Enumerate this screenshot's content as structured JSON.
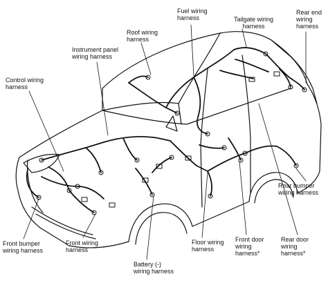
{
  "labels": {
    "fuel": [
      "Fuel wiring",
      "harness"
    ],
    "tailgate": [
      "Tailgate wiring",
      "harness"
    ],
    "rear_end": [
      "Rear end",
      "wiring",
      "harness"
    ],
    "roof": [
      "Roof wiring",
      "harness"
    ],
    "instrument_panel": [
      "Instrument panel",
      "wiring harness"
    ],
    "control": [
      "Control wiring",
      "harness"
    ],
    "rear_bumper": [
      "Rear bumper",
      "wiring harness"
    ],
    "front_bumper": [
      "Front bumper",
      "wiring harness"
    ],
    "front": [
      "Front wiring",
      "harness"
    ],
    "battery": [
      "Battery (-)",
      "wiring harness"
    ],
    "floor": [
      "Floor wiring",
      "harness"
    ],
    "front_door": [
      "Front door",
      "wiring",
      "harness"
    ],
    "rear_door": [
      "Rear door",
      "wiring",
      "harness"
    ]
  },
  "asterisk": "*",
  "colors": {
    "line": "#111111",
    "background": "#ffffff"
  }
}
